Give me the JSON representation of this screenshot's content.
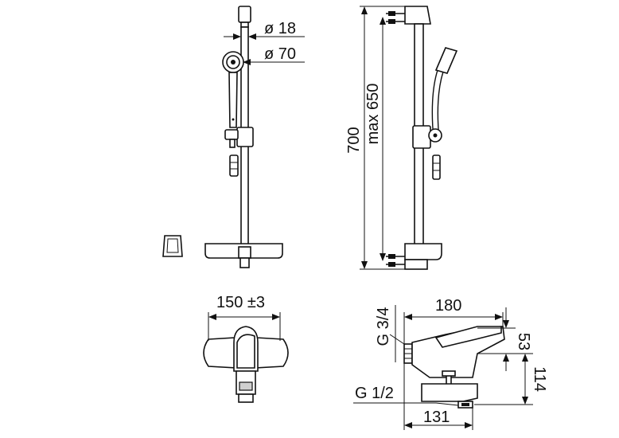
{
  "dimensions": {
    "rail_diameter": "ø 18",
    "handshower_diameter": "ø 70",
    "height_total": "700",
    "height_max": "max 650",
    "centre_distance": "150 ±3",
    "length_body": "180",
    "height_53": "53",
    "height_114": "114",
    "length_spout": "131",
    "thread_inlet": "G 3/4",
    "thread_outlet": "G 1/2"
  },
  "colors": {
    "line": "#111111",
    "background": "#ffffff",
    "shading": "#cfcfcf"
  }
}
